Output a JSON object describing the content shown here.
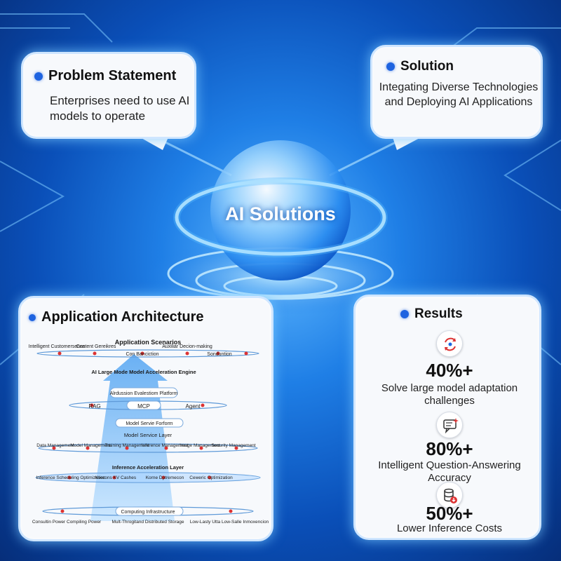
{
  "problem": {
    "title": "Problem Statement",
    "text": "Enterprises need to use AI models to operate"
  },
  "solution": {
    "title": "Solution",
    "text": "Integating Diverse Technologies and Deploying AI Applications"
  },
  "center": {
    "label": "AI Solutions"
  },
  "architecture": {
    "title": "Application Architecture",
    "scenarios_heading": "Application Scenarios",
    "scenarios": [
      "Intelligent Customersenns",
      "Content Gereikres",
      "Con Banciction",
      "Auxiliar Decion-making",
      "Sonduntion",
      ""
    ],
    "engine_label": "AI Large Mode Model Acceleration Engine",
    "platform_label": "Alrdussion Evalestiom Platform",
    "middle_items": [
      "RAG",
      "MCP",
      "Agent"
    ],
    "service_platform": "Model Servie Forform",
    "service_layer": "Model Service Layer",
    "management_items": [
      "Data Management",
      "Model Management",
      "Training Management",
      "Inference Management",
      "Image Management",
      "Security Management"
    ],
    "inference_layer": "Inference Acceleration Layer",
    "inference_items": [
      "Inference Scheduling Optimization",
      "Kercons KV Cashes",
      "Korne Dptremecon",
      "Ceweric Optimization"
    ],
    "computing_label": "Computing Infrastructure",
    "computing_items": [
      "Consultin Power Compiling Power",
      "Mult-Throgitand Distributed Storage",
      "Low-Lasty Utta Low-Salle Inmoxencion"
    ]
  },
  "results": {
    "title": "Results",
    "items": [
      {
        "value": "40%+",
        "desc": "Solve large model adaptation challenges",
        "icon": "refresh-cycle-icon"
      },
      {
        "value": "80%+",
        "desc": "Intelligent Question-Answering Accuracy",
        "icon": "chat-sparkle-icon"
      },
      {
        "value": "50%+",
        "desc": "Lower Inference Costs",
        "icon": "database-down-icon"
      }
    ]
  },
  "colors": {
    "accent": "#1e63e0",
    "card_border": "#cfe6ff",
    "background": "#0a4fb8"
  }
}
